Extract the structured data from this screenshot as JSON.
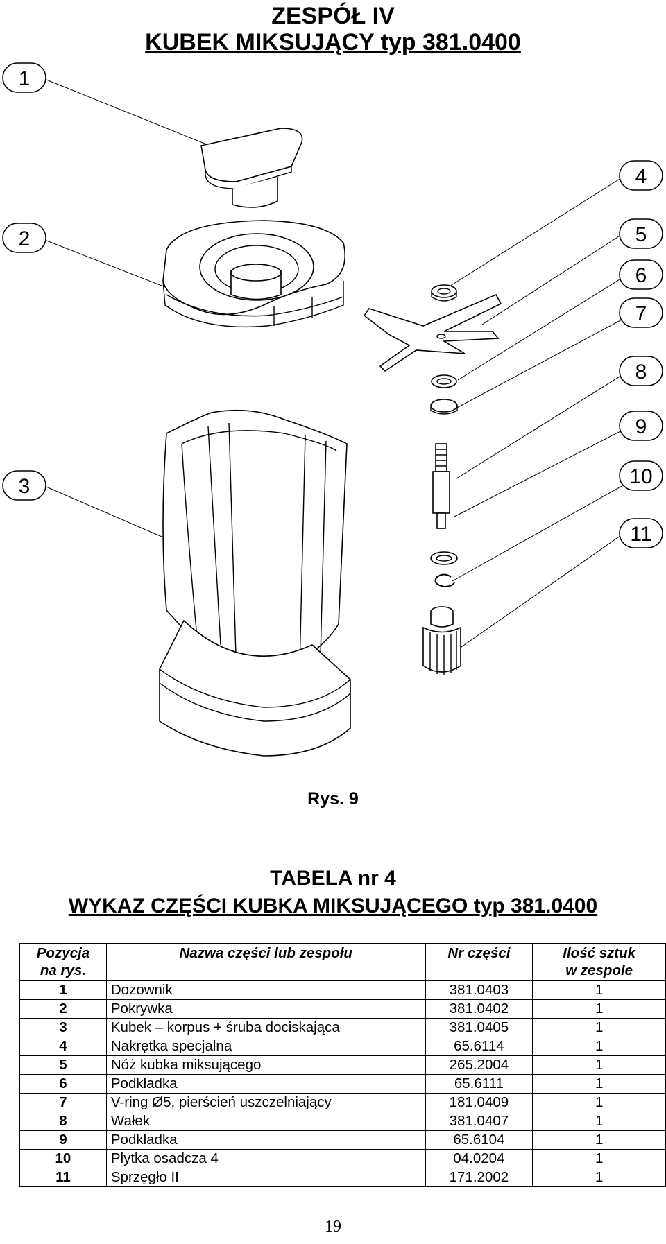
{
  "header": {
    "line1": "ZESPÓŁ IV",
    "line2": "KUBEK  MIKSUJĄCY  typ 381.0400"
  },
  "figure": {
    "caption": "Rys. 9",
    "callouts": [
      "1",
      "2",
      "3",
      "4",
      "5",
      "6",
      "7",
      "8",
      "9",
      "10",
      "11"
    ]
  },
  "table_title": {
    "line1": "TABELA  nr 4",
    "line2": "WYKAZ  CZĘŚCI  KUBKA MIKSUJĄCEGO typ 381.0400"
  },
  "table": {
    "headers": {
      "pos_line1": "Pozycja",
      "pos_line2": "na rys.",
      "name": "Nazwa części lub zespołu",
      "nr": "Nr części",
      "qty_line1": "Ilość sztuk",
      "qty_line2": "w zespole"
    },
    "rows": [
      {
        "pos": "1",
        "name": "Dozownik",
        "nr": "381.0403",
        "qty": "1"
      },
      {
        "pos": "2",
        "name": "Pokrywka",
        "nr": "381.0402",
        "qty": "1"
      },
      {
        "pos": "3",
        "name": "Kubek – korpus + śruba dociskająca",
        "nr": "381.0405",
        "qty": "1"
      },
      {
        "pos": "4",
        "name": "Nakrętka specjalna",
        "nr": "65.6114",
        "qty": "1"
      },
      {
        "pos": "5",
        "name": "Nóż kubka miksującego",
        "nr": "265.2004",
        "qty": "1"
      },
      {
        "pos": "6",
        "name": "Podkładka",
        "nr": "65.6111",
        "qty": "1"
      },
      {
        "pos": "7",
        "name": "V-ring Ø5, pierścień uszczelniający",
        "nr": "181.0409",
        "qty": "1"
      },
      {
        "pos": "8",
        "name": "Wałek",
        "nr": "381.0407",
        "qty": "1"
      },
      {
        "pos": "9",
        "name": "Podkładka",
        "nr": "65.6104",
        "qty": "1"
      },
      {
        "pos": "10",
        "name": "Płytka osadcza 4",
        "nr": "04.0204",
        "qty": "1"
      },
      {
        "pos": "11",
        "name": "Sprzęgło II",
        "nr": "171.2002",
        "qty": "1"
      }
    ]
  },
  "page_number": "19"
}
